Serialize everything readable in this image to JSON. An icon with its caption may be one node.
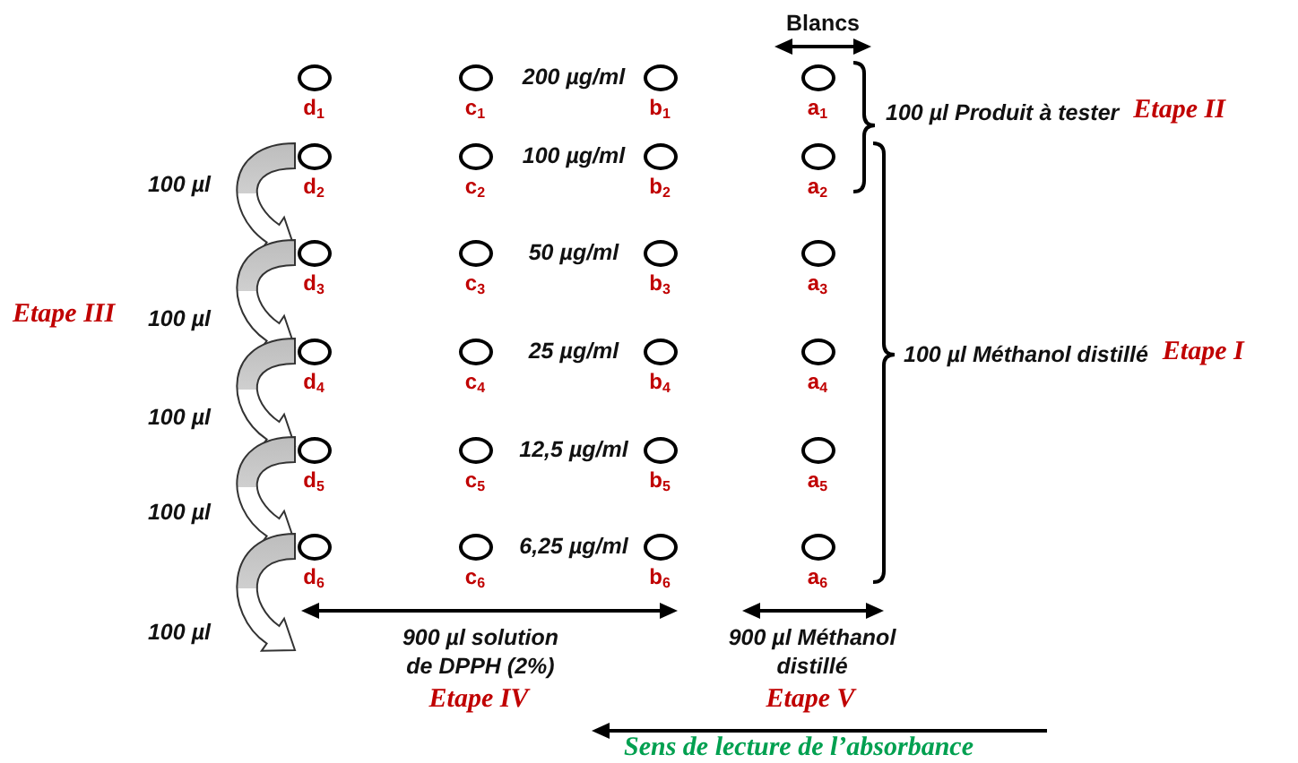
{
  "diagram": {
    "nodes": [
      {
        "text": [],
        "shape": "circle",
        "beside": [
          "d$_{1}$"
        ]
      },
      {
        "text": [],
        "shape": "circle",
        "beside": [
          "c$_{1}$"
        ]
      },
      {
        "text": [],
        "shape": "circle",
        "beside": [
          "b$_{1}$"
        ]
      },
      {
        "text": [],
        "shape": "circle",
        "beside": [
          "a$_{1}$"
        ]
      },
      {
        "text": [],
        "shape": "circle",
        "beside": [
          "d$_{2}$"
        ]
      },
      {
        "text": [],
        "shape": "circle",
        "beside": [
          "c$_{2}$"
        ]
      },
      {
        "text": [],
        "shape": "circle",
        "beside": [
          "b$_{2}$"
        ]
      },
      {
        "text": [],
        "shape": "circle",
        "beside": [
          "a$_{2}$"
        ]
      },
      {
        "text": [],
        "shape": "circle",
        "beside": [
          "d$_{3}$"
        ]
      },
      {
        "text": [],
        "shape": "circle",
        "beside": [
          "c$_{3}$"
        ]
      },
      {
        "text": [],
        "shape": "circle",
        "beside": [
          "b$_{3}$"
        ]
      },
      {
        "text": [],
        "shape": "circle",
        "beside": [
          "a$_{3}$"
        ]
      },
      {
        "text": [],
        "shape": "circle",
        "beside": [
          "d$_{4}$"
        ]
      },
      {
        "text": [],
        "shape": "circle",
        "beside": [
          "c$_{4}$"
        ]
      },
      {
        "text": [],
        "shape": "circle",
        "beside": [
          "b$_{4}$"
        ]
      },
      {
        "text": [],
        "shape": "circle",
        "beside": [
          "a$_{4}$"
        ]
      },
      {
        "text": [],
        "shape": "circle",
        "beside": [
          "d$_{5}$"
        ]
      },
      {
        "text": [],
        "shape": "circle",
        "beside": [
          "c$_{5}$"
        ]
      },
      {
        "text": [],
        "shape": "circle",
        "beside": [
          "b$_{5}$"
        ]
      },
      {
        "text": [],
        "shape": "circle",
        "beside": [
          "a$_{5}$"
        ]
      },
      {
        "text": [],
        "shape": "circle",
        "beside": [
          "d$_{6}$"
        ]
      },
      {
        "text": [],
        "shape": "circle",
        "beside": [
          "c$_{6}$"
        ]
      },
      {
        "text": [],
        "shape": "circle",
        "beside": [
          "b$_{6}$"
        ]
      },
      {
        "text": [],
        "shape": "circle",
        "beside": [
          "a$_{6}$"
        ]
      }
    ],
    "edges": [
      {
        "from": 4,
        "to": 8,
        "arrow": "to",
        "label": "100 µl"
      },
      {
        "from": 8,
        "to": 12,
        "arrow": "to",
        "label": "100 µl"
      },
      {
        "from": 12,
        "to": 16,
        "arrow": "to",
        "label": "100 µl"
      },
      {
        "from": 16,
        "to": 20,
        "arrow": "to",
        "label": "100 µl"
      },
      {
        "from": 20,
        "to": null,
        "arrow": "to",
        "label": "100 µl"
      }
    ],
    "labels": [
      "Blancs",
      "200 µg/ml",
      "100 µl Produit à tester",
      "Etape II",
      "100 µg/ml",
      "50 µg/ml",
      "Etape III",
      "25 µg/ml",
      "100 µl Méthanol distillé",
      "Etape I",
      "12,5 µg/ml",
      "6,25 µg/ml",
      "900 µl solution de DPPH (2%)",
      "900 µl Méthanol distillé",
      "Etape IV",
      "Etape V",
      "Sens de lecture de l’absorbance"
    ]
  }
}
